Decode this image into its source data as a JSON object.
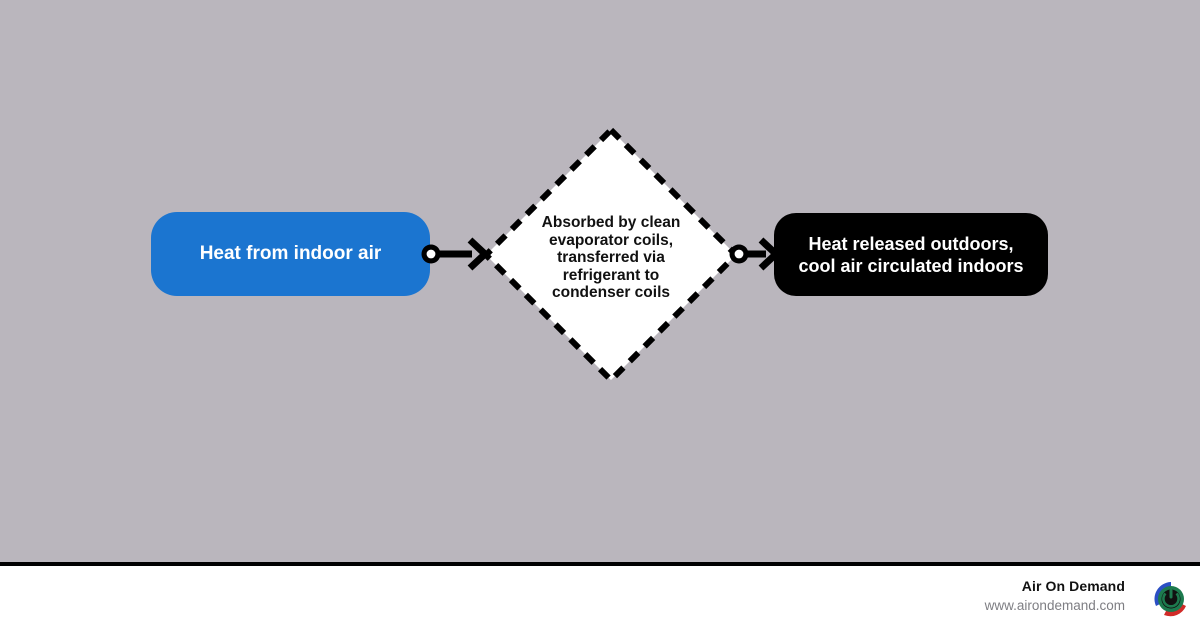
{
  "canvas": {
    "background_color": "#bab6bd"
  },
  "diagram": {
    "type": "flowchart",
    "direction": "left-to-right",
    "nodes": [
      {
        "id": "source",
        "shape": "rounded-rectangle",
        "label": "Heat from indoor air",
        "fill_color": "#1b75d0",
        "text_color": "#ffffff"
      },
      {
        "id": "process",
        "shape": "diamond",
        "label": "Absorbed by clean\nevaporator coils,\ntransferred via\nrefrigerant to\ncondenser coils",
        "fill_color": "#ffffff",
        "border_style": "dashed",
        "border_color": "#000000",
        "text_color": "#111111"
      },
      {
        "id": "target",
        "shape": "rounded-rectangle",
        "label": "Heat released outdoors,\ncool air circulated indoors",
        "fill_color": "#000000",
        "text_color": "#ffffff"
      }
    ],
    "connectors": [
      {
        "id": "connector-1",
        "from": "source",
        "to": "process",
        "start_marker": "circle",
        "end_marker": "open-arrow",
        "color": "#000000"
      },
      {
        "id": "connector-2",
        "from": "process",
        "to": "target",
        "start_marker": "circle",
        "end_marker": "open-arrow",
        "color": "#000000"
      }
    ]
  },
  "footer": {
    "brand_name": "Air On Demand",
    "brand_url": "www.airondemand.com",
    "url_color": "#7e7e83",
    "logo_icon": "power-circle-logo-icon",
    "divider_color": "#000000"
  }
}
